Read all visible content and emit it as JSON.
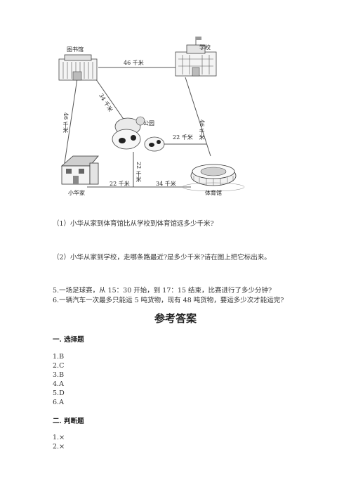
{
  "map": {
    "places": {
      "library": "图书馆",
      "school": "学校",
      "park": "公园",
      "home": "小华家",
      "stadium": "体育馆"
    },
    "distances": {
      "library_school": "46 千米",
      "library_park": "34 千米",
      "library_home": "46 千米",
      "school_stadium": "46 千米",
      "park_stadium": "22 千米",
      "park_junction": "22 千米",
      "home_junction": "22 千米",
      "junction_stadium": "34 千米"
    }
  },
  "questions": {
    "q1": "（1）小华从家到体育馆比从学校到体育馆远多少千米?",
    "q2": "（2）小华从家到学校，走哪条路最近?是多少千米?请在图上把它标出来。",
    "q5": "5.一场足球赛，从 15：30 开始，到 17：15 结束，比赛进行了多少分钟?",
    "q6": "6.一辆汽车一次最多只能运 5 吨货物，现有 48 吨货物，要运多少次才能运完?"
  },
  "answers": {
    "title": "参考答案",
    "section1": "一. 选择题",
    "choice": [
      "1.B",
      "2.C",
      "3.B",
      "4.A",
      "5.D",
      "6.A"
    ],
    "section2": "二. 判断题",
    "judge": [
      "1.×",
      "2.×"
    ]
  }
}
